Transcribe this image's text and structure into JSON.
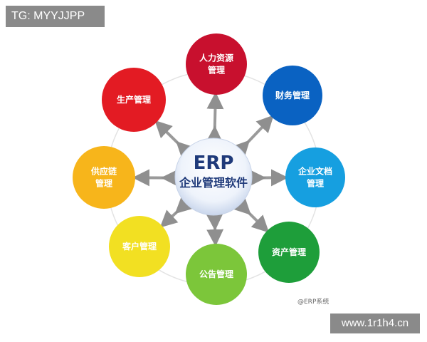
{
  "header_tag": "TG: MYYJJPP",
  "footer_site": "www.1r1h4.cn",
  "credit": "@ERP系统",
  "center": {
    "title": "ERP",
    "subtitle": "企业管理软件"
  },
  "modules": [
    {
      "lines": [
        "人力资源",
        "管理"
      ],
      "color": "#c8102e"
    },
    {
      "lines": [
        "财务管理"
      ],
      "color": "#0a62c2"
    },
    {
      "lines": [
        "企业文档",
        "管理"
      ],
      "color": "#169fe0"
    },
    {
      "lines": [
        "资产管理"
      ],
      "color": "#1e9e3a"
    },
    {
      "lines": [
        "公告管理"
      ],
      "color": "#7cc63a"
    },
    {
      "lines": [
        "客户管理"
      ],
      "color": "#f2e022"
    },
    {
      "lines": [
        "供应链",
        "管理"
      ],
      "color": "#f7b51b"
    },
    {
      "lines": [
        "生产管理"
      ],
      "color": "#e31b23"
    }
  ]
}
